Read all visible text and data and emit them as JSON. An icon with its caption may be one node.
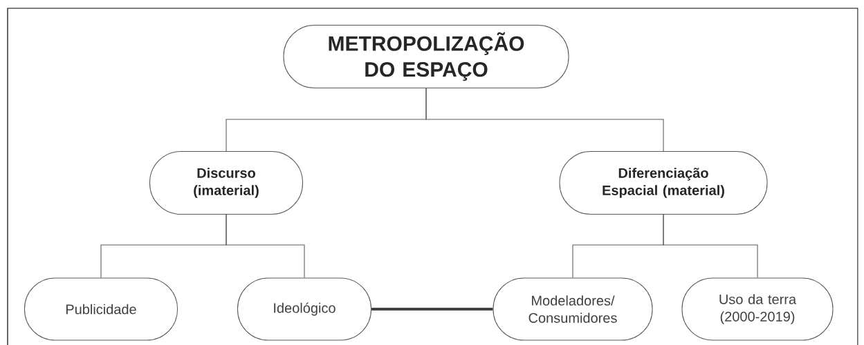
{
  "diagram": {
    "nodes": [
      {
        "text": [
          "METROPOLIZAÇÃO DO ESPAÇO"
        ]
      },
      {
        "text": [
          "Discurso (imaterial)"
        ]
      },
      {
        "text": [
          "Diferenciação Espacial (material)"
        ]
      },
      {
        "text": [
          "Publicidade"
        ]
      },
      {
        "text": [
          "Ideológico"
        ]
      },
      {
        "text": [
          "Modeladores/ Consumidores"
        ]
      },
      {
        "text": [
          "Uso da terra (2000-2019)"
        ]
      }
    ],
    "edges": [
      {
        "from": 0,
        "to": 1,
        "arrow": "none"
      },
      {
        "from": 0,
        "to": 2,
        "arrow": "none"
      },
      {
        "from": 1,
        "to": 3,
        "arrow": "none"
      },
      {
        "from": 1,
        "to": 4,
        "arrow": "none"
      },
      {
        "from": 2,
        "to": 5,
        "arrow": "none"
      },
      {
        "from": 2,
        "to": 6,
        "arrow": "none"
      },
      {
        "from": 4,
        "to": 5,
        "arrow": "none",
        "style": "thick"
      }
    ]
  }
}
